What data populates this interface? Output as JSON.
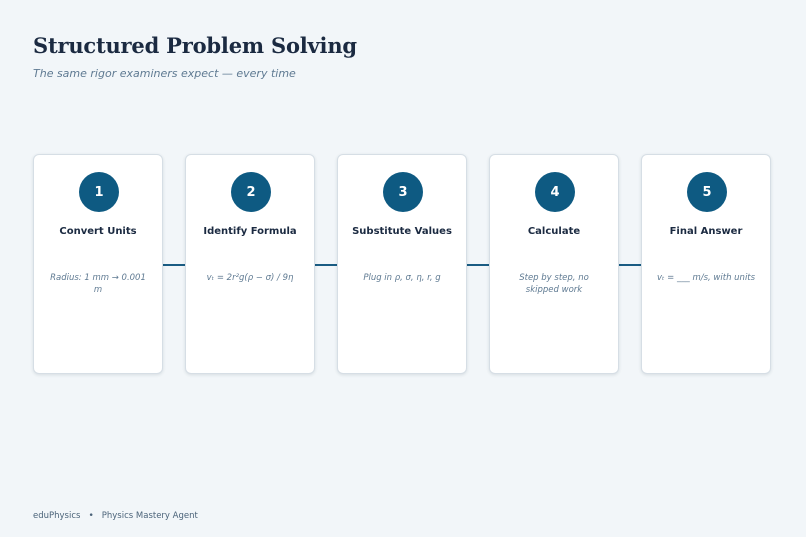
{
  "header": {
    "title": "Structured Problem Solving",
    "subtitle": "The same rigor examiners expect — every time"
  },
  "steps": [
    {
      "number": "1",
      "title": "Convert Units",
      "description": "Radius: 1 mm → 0.001 m"
    },
    {
      "number": "2",
      "title": "Identify Formula",
      "description": "vₜ = 2r²g(ρ − σ) / 9η"
    },
    {
      "number": "3",
      "title": "Substitute Values",
      "description": "Plug in ρ, σ, η, r, g"
    },
    {
      "number": "4",
      "title": "Calculate",
      "description": "Step by step, no skipped work"
    },
    {
      "number": "5",
      "title": "Final Answer",
      "description": "vₜ = ___ m/s, with units"
    }
  ],
  "footer": {
    "brand": "eduPhysics",
    "separator": "•",
    "product": "Physics Mastery Agent"
  },
  "colors": {
    "accent": "#0e5a82",
    "connector": "#1a5c83",
    "title": "#1b2a41",
    "muted": "#5f7a92",
    "background": "#f2f6f9"
  }
}
